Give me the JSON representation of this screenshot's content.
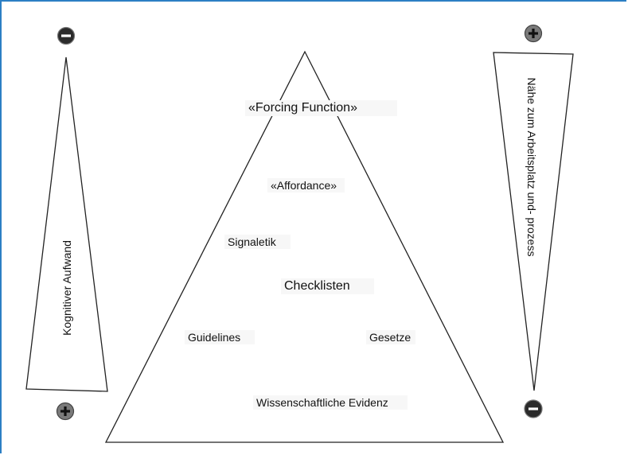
{
  "pyramid": {
    "levels": [
      {
        "label": "«Forcing Function»"
      },
      {
        "label": "«Affordance»"
      },
      {
        "label": "Signaletik"
      },
      {
        "label": "Checklisten"
      },
      {
        "label": "Guidelines"
      },
      {
        "label": "Gesetze"
      },
      {
        "label": "Wissenschaftliche Evidenz"
      }
    ]
  },
  "left_scale": {
    "label": "Kognitiver  Aufwand",
    "top_symbol": "minus",
    "bottom_symbol": "plus"
  },
  "right_scale": {
    "label": "Nähe zum Arbeitsplatz und- prozess",
    "top_symbol": "plus",
    "bottom_symbol": "minus"
  },
  "colors": {
    "frame": "#2c7fc4",
    "dark_button": "#2b2b2b",
    "light_button": "#7a7a7a",
    "stroke": "#222222"
  }
}
